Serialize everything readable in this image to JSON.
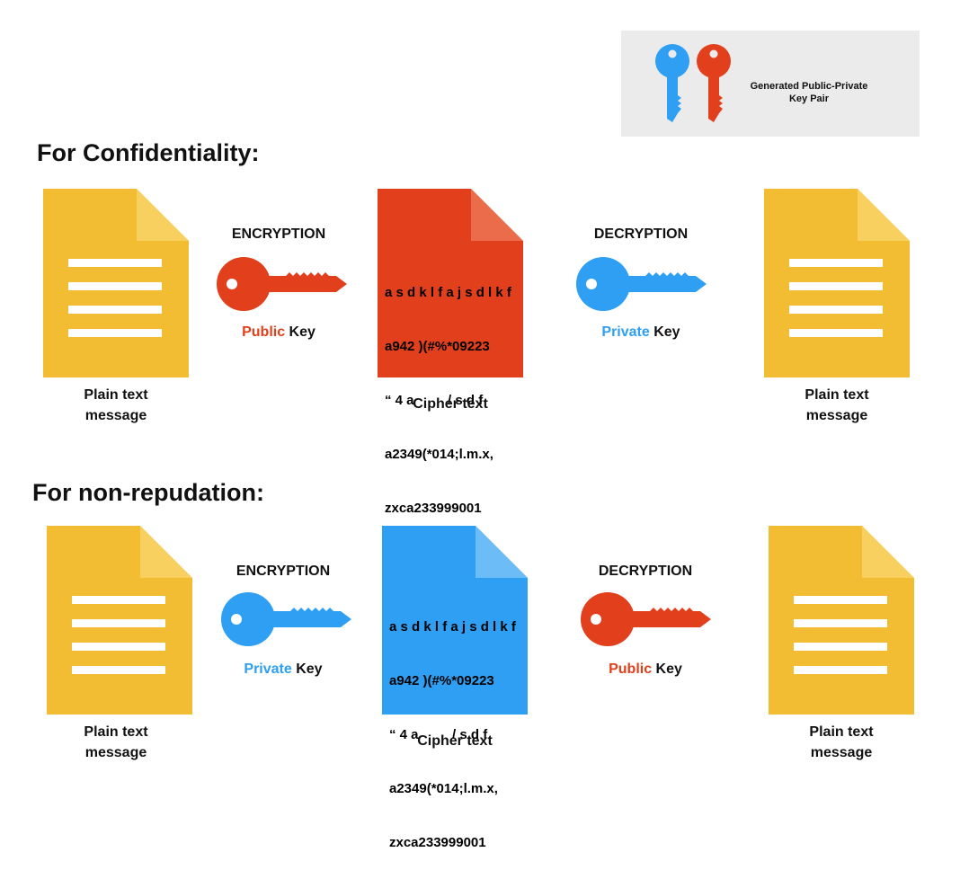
{
  "legend": {
    "label_line1": "Generated Public-Private",
    "label_line2": "Key Pair",
    "left_key_icon": "key-icon-blue",
    "right_key_icon": "key-icon-red"
  },
  "colors": {
    "document_yellow": "#f2bd33",
    "public_red": "#e2401c",
    "private_blue": "#2f9ff3",
    "text_dark": "#111111"
  },
  "sections": [
    {
      "title": "For Confidentiality:",
      "plain_left": {
        "line1": "Plain text",
        "line2": "message"
      },
      "encryption": {
        "label": "ENCRYPTION",
        "key_word": "Public",
        "key_suffix": " Key",
        "key_color": "red"
      },
      "cipher": {
        "color": "red",
        "lines": [
          "a s d k l f a j s d l k f",
          "a942 )(#%*09223",
          "“ 4 a         / s d f",
          "a2349(*014;l.m.x,",
          "zxca233999001"
        ],
        "caption": "Cipher text"
      },
      "decryption": {
        "label": "DECRYPTION",
        "key_word": "Private",
        "key_suffix": " Key",
        "key_color": "blue"
      },
      "plain_right": {
        "line1": "Plain text",
        "line2": "message"
      }
    },
    {
      "title": "For non-repudation:",
      "plain_left": {
        "line1": "Plain text",
        "line2": "message"
      },
      "encryption": {
        "label": "ENCRYPTION",
        "key_word": "Private",
        "key_suffix": " Key",
        "key_color": "blue"
      },
      "cipher": {
        "color": "blue",
        "lines": [
          "a s d k l f a j s d l k f",
          "a942 )(#%*09223",
          "“ 4 a         / s d f",
          "a2349(*014;l.m.x,",
          "zxca233999001"
        ],
        "caption": "Cipher text"
      },
      "decryption": {
        "label": "DECRYPTION",
        "key_word": "Public",
        "key_suffix": " Key",
        "key_color": "red"
      },
      "plain_right": {
        "line1": "Plain text",
        "line2": "message"
      }
    }
  ]
}
